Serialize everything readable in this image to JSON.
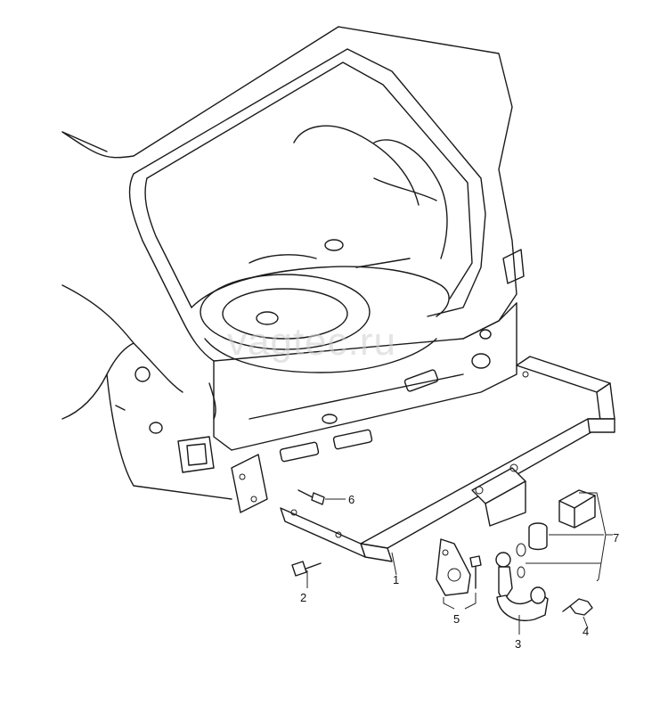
{
  "watermark": "vagtec.ru",
  "callouts": {
    "c1": "1",
    "c2": "2",
    "c3": "3",
    "c4": "4",
    "c5": "5",
    "c6": "6",
    "c7": "7"
  }
}
